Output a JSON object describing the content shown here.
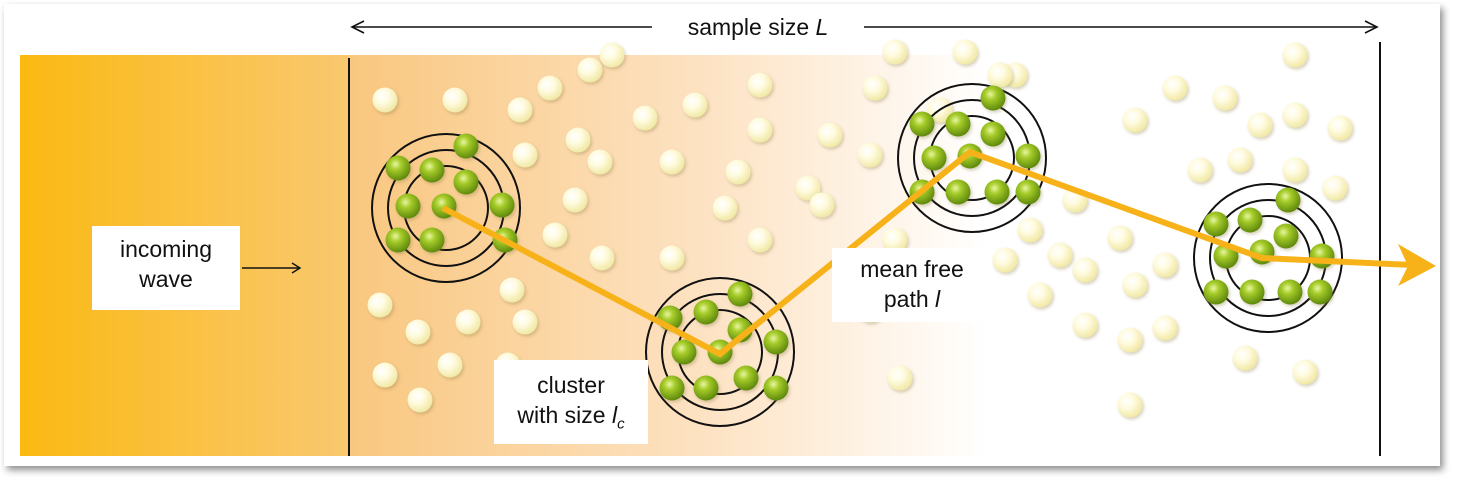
{
  "labels": {
    "sample_size": "sample size",
    "sample_size_var": "L",
    "incoming_line1": "incoming",
    "incoming_line2": "wave",
    "cluster_line1": "cluster",
    "cluster_line2": "with size",
    "cluster_var": "l",
    "cluster_sub": "c",
    "mfp_line1": "mean free",
    "mfp_line2": "path",
    "mfp_var": "l"
  },
  "colors": {
    "wave_orange": "#fbb91a",
    "path_orange": "#f7b21a",
    "gradient_start": "#f9c77f",
    "gradient_end": "#ffffff",
    "cluster_green": "#8ab51a",
    "scatterer_yellow": "#fbf7cf",
    "ring": "#111111"
  }
}
